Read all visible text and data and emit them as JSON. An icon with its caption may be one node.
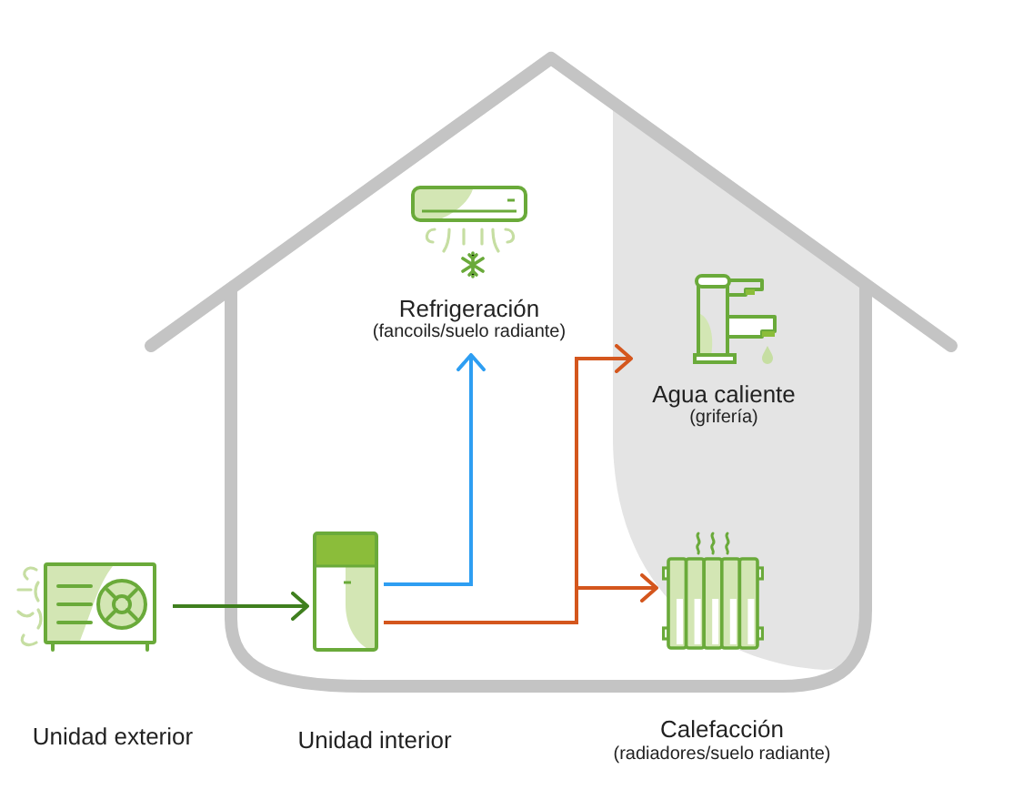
{
  "diagram": {
    "nodes": [
      {
        "text": [],
        "shape": "picture",
        "beside": [
          "Unidad exterior"
        ]
      },
      {
        "text": [],
        "shape": "picture",
        "beside": [
          "Unidad interior"
        ]
      },
      {
        "text": [
          "Refrigeración",
          "(fancoils/suelo radiante)"
        ]
      },
      {
        "text": [
          "Agua caliente",
          "(grifería)"
        ]
      },
      {
        "text": [],
        "shape": "picture",
        "beside": [
          "Calefacción",
          "(radiadores/suelo radiante)"
        ]
      }
    ],
    "edges": [
      {
        "from": 0,
        "to": 1,
        "arrow": "to",
        "color": "#3f7f1e"
      },
      {
        "from": 1,
        "to": 2,
        "arrow": "to",
        "color": "#2e9ef2"
      },
      {
        "from": 1,
        "to": 3,
        "arrow": "to"
      },
      {
        "from": 1,
        "to": 4,
        "arrow": "to"
      }
    ]
  }
}
